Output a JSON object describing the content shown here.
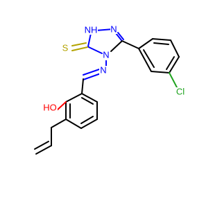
{
  "structure": {
    "atoms": {
      "nh": "NH",
      "n_top_right": "N",
      "n_ring": "N",
      "n_imine": "N",
      "sulfur": "S",
      "hydroxyl": "HO",
      "chlorine": "Cl"
    },
    "colors": {
      "nitrogen": "#0000ff",
      "sulfur": "#b3a300",
      "oxygen": "#ff0000",
      "chlorine": "#1fa31f",
      "carbon": "#000000"
    }
  }
}
